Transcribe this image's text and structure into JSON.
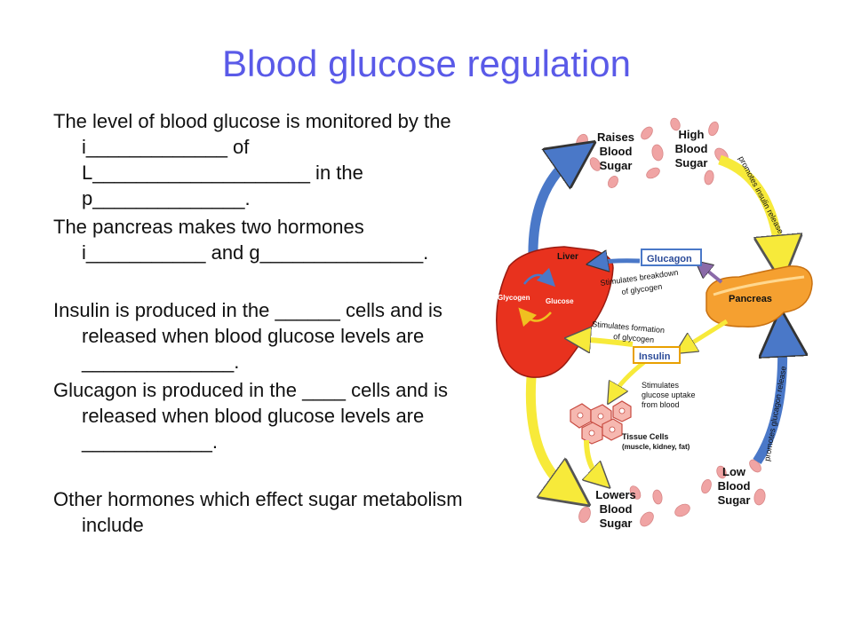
{
  "title": "Blood glucose regulation",
  "paragraphs": [
    "The level of blood glucose is monitored by the i_____________ of L____________________ in the p______________.",
    "The pancreas makes two hormones i___________ and g_______________.",
    "Insulin is produced in the ______ cells and is released when blood glucose levels are ______________.",
    "Glucagon is produced in the ____ cells and is released when blood glucose levels are ____________.",
    "Other hormones which effect sugar metabolism include"
  ],
  "diagram": {
    "raises": [
      "Raises",
      "Blood",
      "Sugar"
    ],
    "high": [
      "High",
      "Blood",
      "Sugar"
    ],
    "lowers": [
      "Lowers",
      "Blood",
      "Sugar"
    ],
    "low": [
      "Low",
      "Blood",
      "Sugar"
    ],
    "liver": "Liver",
    "glycogen": "Glycogen",
    "glucose": "Glucose",
    "glucagon": "Glucagon",
    "insulin": "Insulin",
    "pancreas": "Pancreas",
    "breakdown": [
      "Stimulates breakdown",
      "of glycogen"
    ],
    "formation": [
      "Stimulates formation",
      "of glycogen"
    ],
    "uptake": [
      "Stimulates",
      "glucose uptake",
      "from blood"
    ],
    "tissue": [
      "Tissue Cells",
      "(muscle, kidney, fat)"
    ],
    "promotes_insulin": "promotes insulin release",
    "promotes_glucagon": "promotes glucagon release"
  },
  "colors": {
    "title": "#5a5ae8",
    "liver": "#e8321e",
    "pancreas": "#f5a030",
    "arrow_yellow": "#f7ea3a",
    "arrow_blue": "#4a78c8",
    "blood_cell": "#f0a4a4"
  }
}
